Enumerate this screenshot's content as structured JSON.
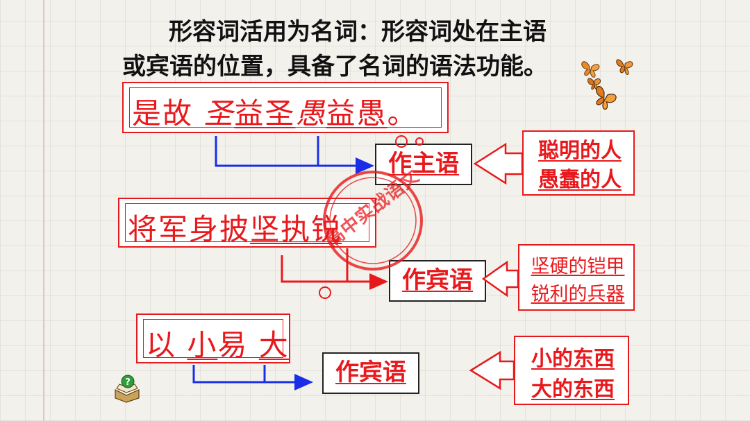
{
  "title": {
    "line1": "形容词活用为名词：形容词处在主语",
    "line2": "或宾语的位置，具备了名词的语法功能。"
  },
  "examples": [
    {
      "chars": [
        "是",
        "故",
        "圣",
        "益",
        "圣",
        "愚",
        "益",
        "愚",
        "。"
      ],
      "role": "作主语",
      "answers": [
        "聪明的人",
        "愚蠢的人"
      ]
    },
    {
      "chars": [
        "将",
        "军",
        "身",
        "披",
        "坚",
        "执",
        "锐"
      ],
      "role": "作宾语",
      "answers": [
        "坚硬的铠甲",
        "锐利的兵器"
      ]
    },
    {
      "chars": [
        "以",
        "小",
        "易",
        "大"
      ],
      "role": "作宾语",
      "answers": [
        "小的东西",
        "大的东西"
      ]
    }
  ],
  "stamp": {
    "text": "高中实战语文"
  },
  "colors": {
    "accent": "#e8191c",
    "blue": "#1a2ee8",
    "title": "#111111"
  },
  "icons": [
    "butterfly-icon",
    "book-question-icon"
  ]
}
